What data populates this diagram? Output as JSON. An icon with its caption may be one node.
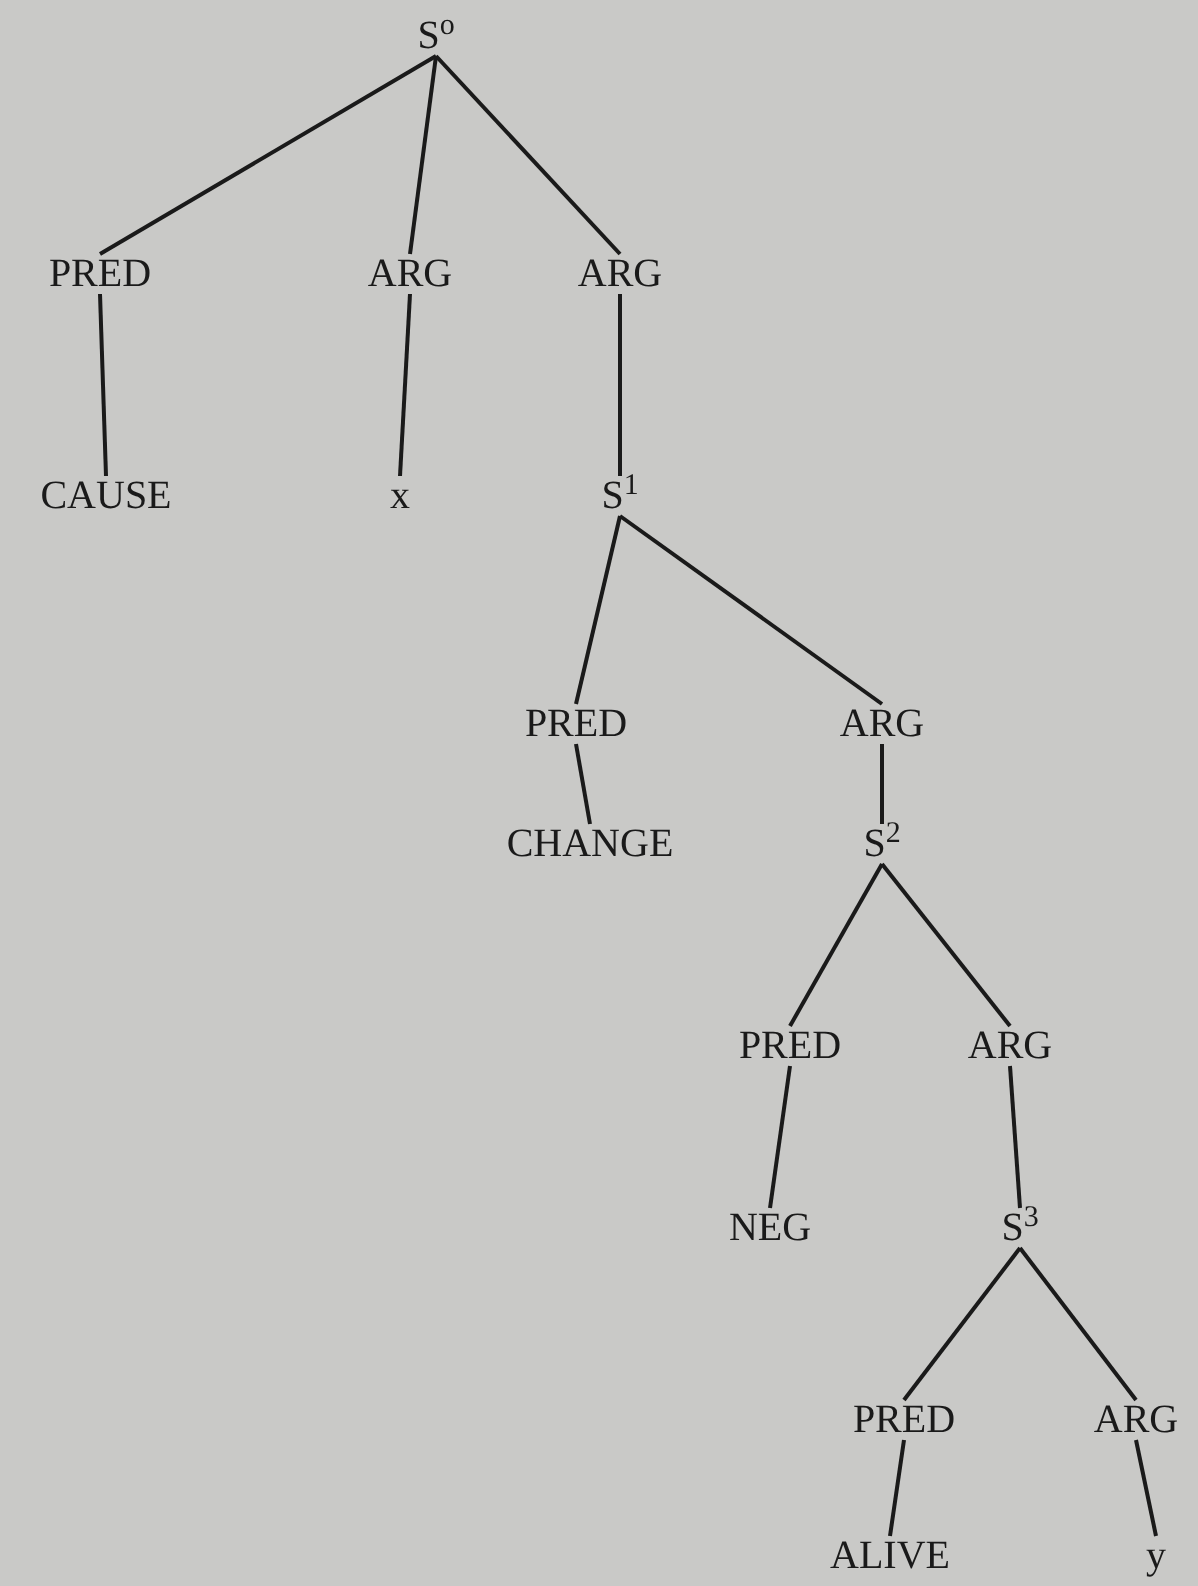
{
  "diagram": {
    "nodes": [
      {
        "text": [
          "S$^{o}$"
        ]
      },
      {
        "text": [
          "PRED"
        ]
      },
      {
        "text": [
          "ARG"
        ]
      },
      {
        "text": [
          "ARG"
        ]
      },
      {
        "text": [
          "CAUSE"
        ]
      },
      {
        "text": [
          "x"
        ]
      },
      {
        "text": [
          "S$^{1}$"
        ]
      },
      {
        "text": [
          "PRED"
        ]
      },
      {
        "text": [
          "ARG"
        ]
      },
      {
        "text": [
          "CHANGE"
        ]
      },
      {
        "text": [
          "S$^{2}$"
        ]
      },
      {
        "text": [
          "PRED"
        ]
      },
      {
        "text": [
          "ARG"
        ]
      },
      {
        "text": [
          "NEG"
        ]
      },
      {
        "text": [
          "S$^{3}$"
        ]
      },
      {
        "text": [
          "PRED"
        ]
      },
      {
        "text": [
          "ARG"
        ]
      },
      {
        "text": [
          "ALIVE"
        ]
      },
      {
        "text": [
          "y"
        ]
      }
    ],
    "edges": [
      {
        "from": 0,
        "to": 1,
        "arrow": "none"
      },
      {
        "from": 0,
        "to": 2,
        "arrow": "none"
      },
      {
        "from": 0,
        "to": 3,
        "arrow": "none"
      },
      {
        "from": 1,
        "to": 4,
        "arrow": "none"
      },
      {
        "from": 2,
        "to": 5,
        "arrow": "none"
      },
      {
        "from": 3,
        "to": 6,
        "arrow": "none"
      },
      {
        "from": 6,
        "to": 7,
        "arrow": "none"
      },
      {
        "from": 6,
        "to": 8,
        "arrow": "none"
      },
      {
        "from": 7,
        "to": 9,
        "arrow": "none"
      },
      {
        "from": 8,
        "to": 10,
        "arrow": "none"
      },
      {
        "from": 10,
        "to": 11,
        "arrow": "none"
      },
      {
        "from": 10,
        "to": 12,
        "arrow": "none"
      },
      {
        "from": 11,
        "to": 13,
        "arrow": "none"
      },
      {
        "from": 12,
        "to": 14,
        "arrow": "none"
      },
      {
        "from": 14,
        "to": 15,
        "arrow": "none"
      },
      {
        "from": 14,
        "to": 16,
        "arrow": "none"
      },
      {
        "from": 15,
        "to": 17,
        "arrow": "none"
      },
      {
        "from": 16,
        "to": 18,
        "arrow": "none"
      }
    ]
  }
}
